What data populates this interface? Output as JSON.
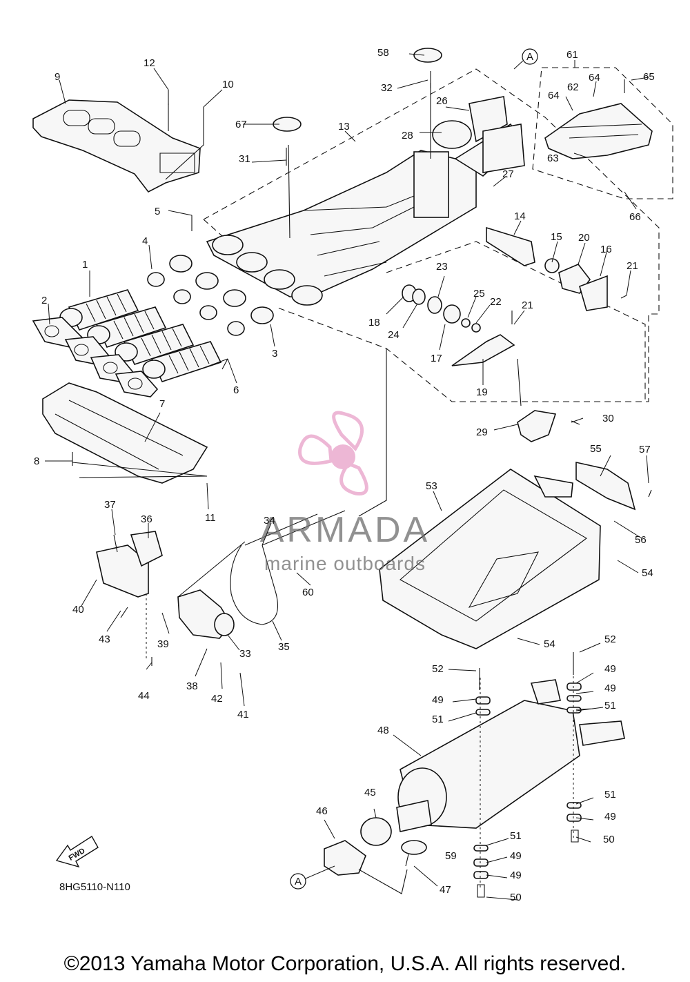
{
  "diagram_code": "8HG5110-N110",
  "fwd_label": "FWD",
  "callout_ref": "A",
  "watermark": {
    "brand": "ARMADA",
    "tagline": "marine outboards",
    "accent": "#e8a0c8"
  },
  "copyright": "©2013 Yamaha Motor Corporation, U.S.A. All rights reserved.",
  "part_numbers": [
    "1",
    "2",
    "3",
    "4",
    "5",
    "6",
    "7",
    "8",
    "9",
    "10",
    "11",
    "12",
    "13",
    "14",
    "15",
    "16",
    "17",
    "18",
    "19",
    "20",
    "21",
    "21",
    "22",
    "23",
    "24",
    "25",
    "26",
    "27",
    "28",
    "29",
    "30",
    "31",
    "32",
    "33",
    "34",
    "35",
    "36",
    "37",
    "38",
    "39",
    "40",
    "41",
    "42",
    "43",
    "44",
    "45",
    "46",
    "47",
    "48",
    "49",
    "49",
    "49",
    "49",
    "49",
    "49",
    "50",
    "50",
    "51",
    "51",
    "51",
    "51",
    "52",
    "52",
    "53",
    "54",
    "54",
    "55",
    "56",
    "57",
    "58",
    "59",
    "60",
    "61",
    "62",
    "63",
    "64",
    "64",
    "65",
    "66",
    "67"
  ]
}
